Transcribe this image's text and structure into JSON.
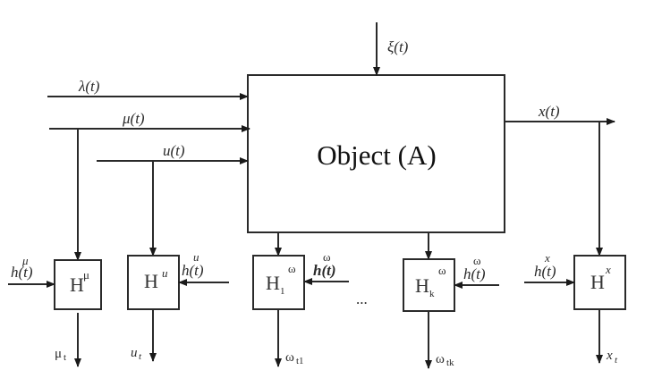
{
  "diagram": {
    "object": {
      "label": "Object (A)"
    },
    "disturbance": {
      "label": "ξ(t)"
    },
    "inputs": [
      {
        "id": "lambda",
        "label": "λ(t)"
      },
      {
        "id": "mu",
        "label": "μ(t)"
      },
      {
        "id": "u",
        "label": "u(t)"
      }
    ],
    "output": {
      "label": "x(t)"
    },
    "ellipsis": "...",
    "observers": [
      {
        "id": "mu",
        "name": "H",
        "sup": "μ",
        "sub": "",
        "noise_base": "h(t)",
        "noise_sup": "μ",
        "result_base": "μ",
        "result_sub": "t"
      },
      {
        "id": "u",
        "name": "H",
        "sup": "u",
        "sub": "",
        "noise_base": "h(t)",
        "noise_sup": "u",
        "result_base": "u",
        "result_sub": "t"
      },
      {
        "id": "omega1",
        "name": "H",
        "sup": "ω",
        "sub": "1",
        "noise_base": "h(t)",
        "noise_sup": "ω",
        "result_base": "ω",
        "result_sub": "t1"
      },
      {
        "id": "omegak",
        "name": "H",
        "sup": "ω",
        "sub": "k",
        "noise_base": "h(t)",
        "noise_sup": "ω",
        "result_base": "ω",
        "result_sub": "tk"
      },
      {
        "id": "x",
        "name": "H",
        "sup": "x",
        "sub": "",
        "noise_base": "h(t)",
        "noise_sup": "x",
        "result_base": "x",
        "result_sub": "t"
      }
    ]
  }
}
